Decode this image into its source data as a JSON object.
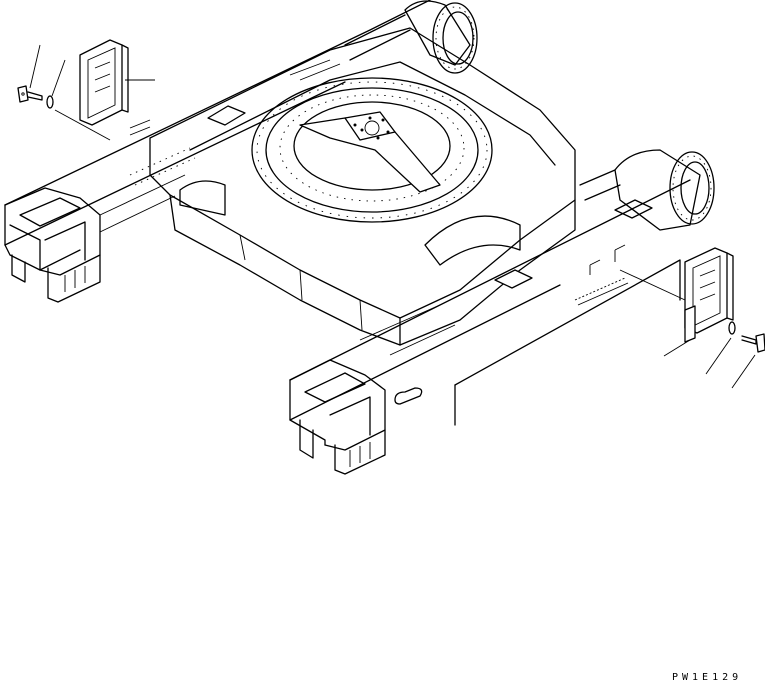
{
  "drawing_code": "PW1E129",
  "parts": {
    "left_guard_set": [
      "bolt",
      "washer",
      "track-guard-bracket"
    ],
    "right_guard_set": [
      "track-guard-bracket",
      "washer",
      "bolt"
    ]
  }
}
